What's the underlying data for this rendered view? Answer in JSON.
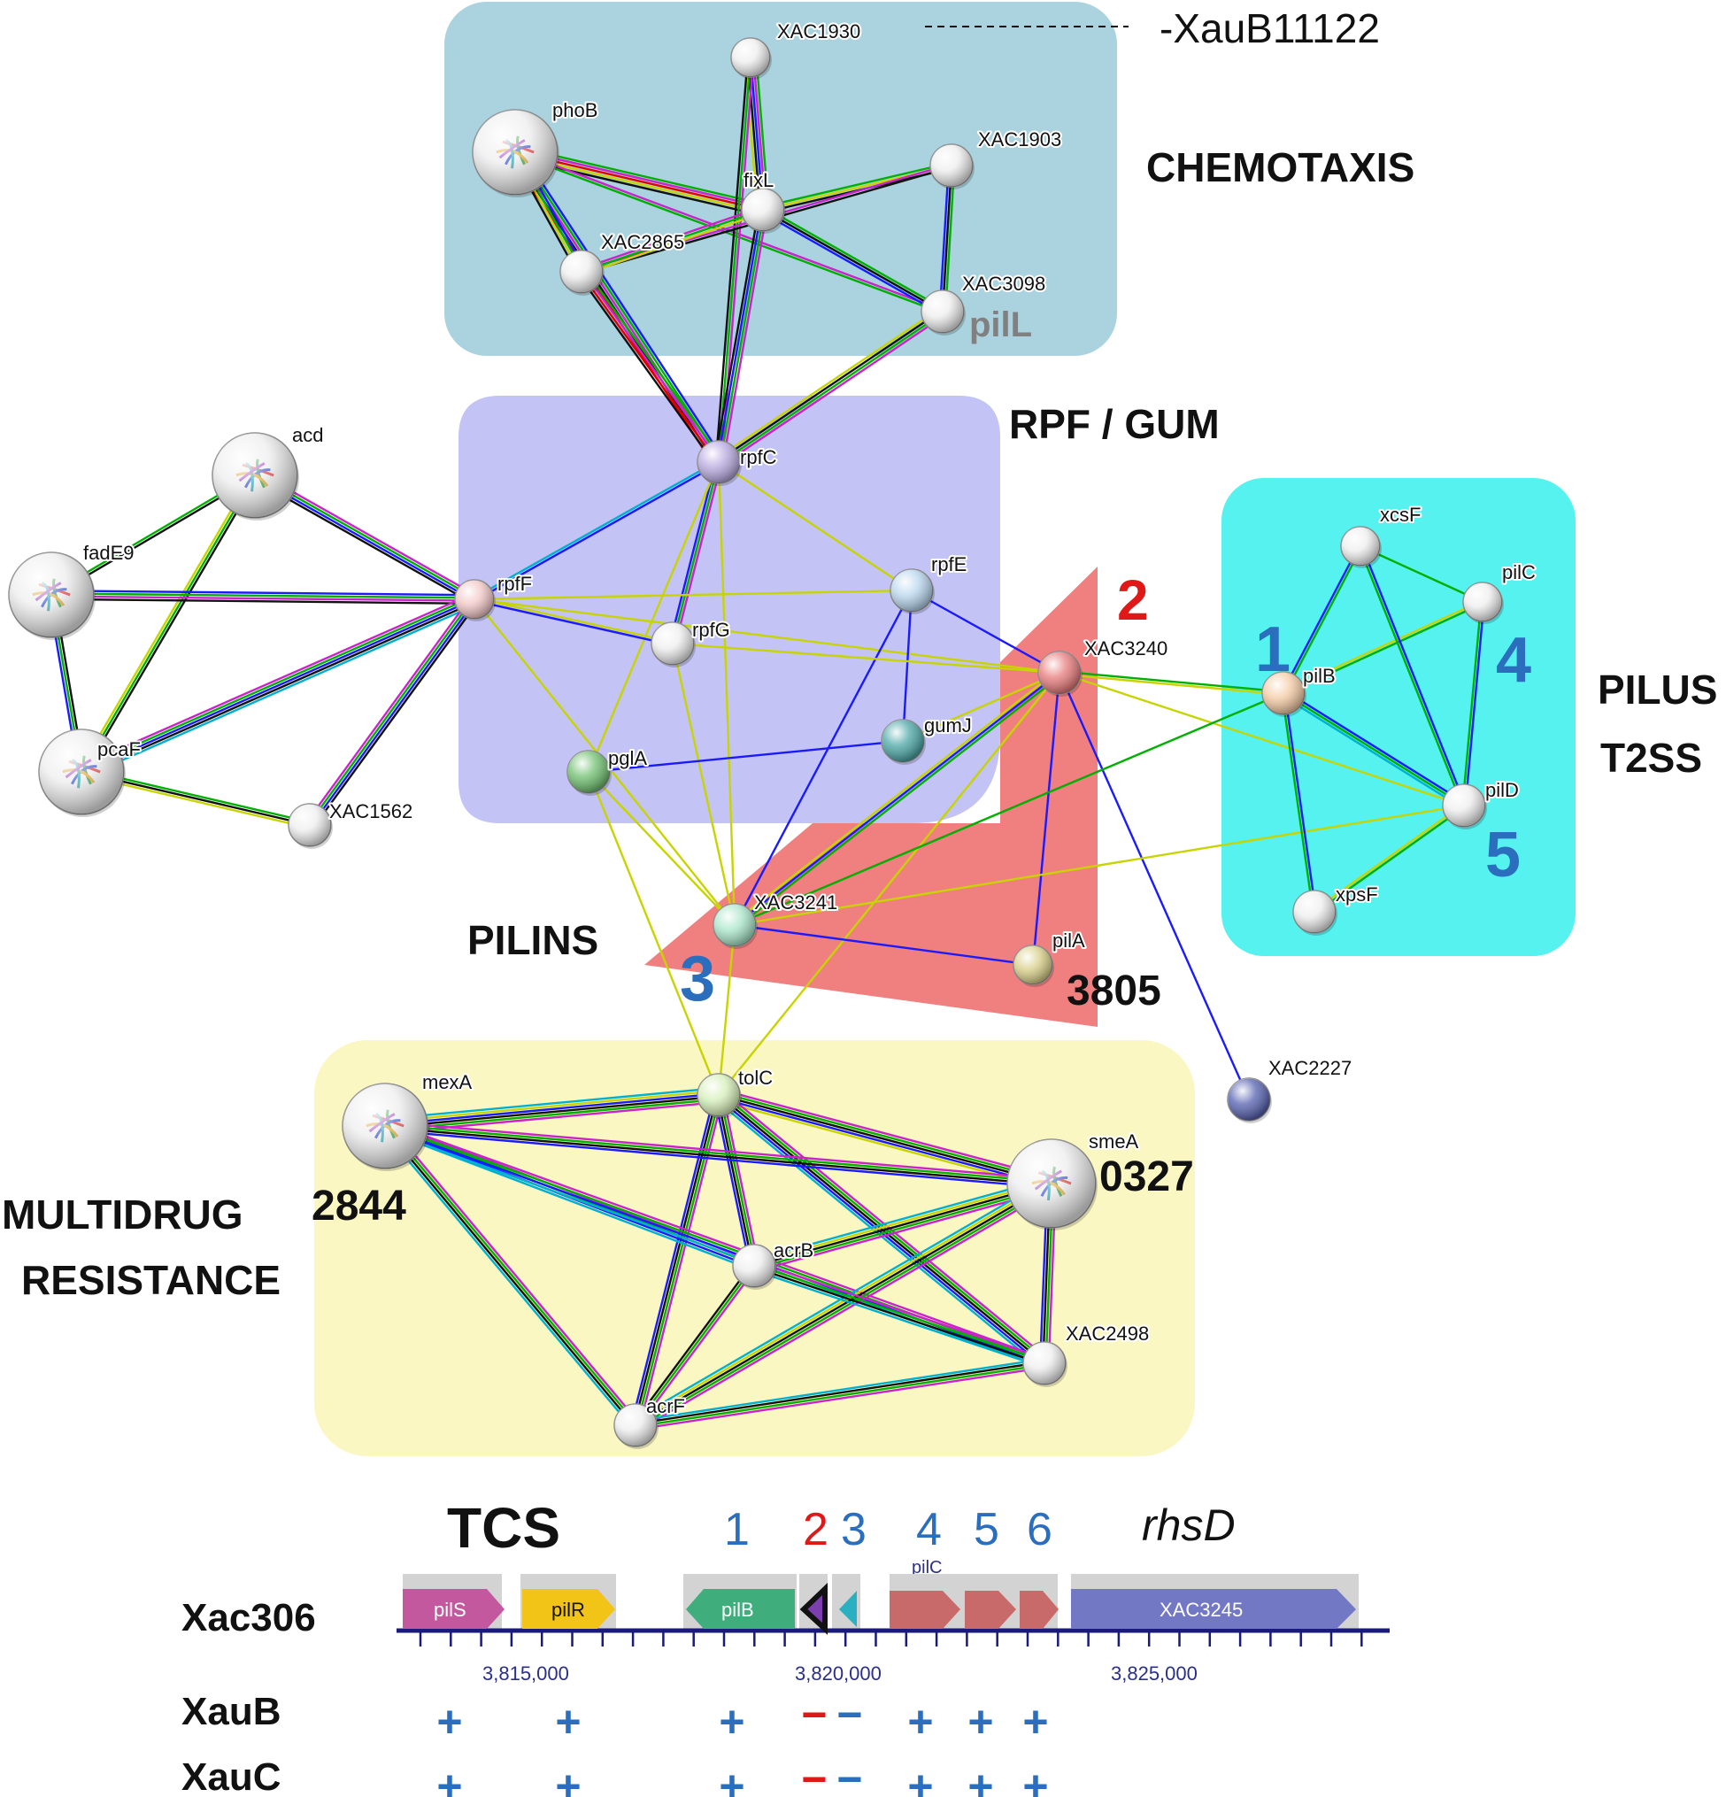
{
  "network": {
    "nodes": [
      {
        "id": "XAC1930",
        "label": "XAC1930",
        "color": "#eeeeee",
        "style": "small"
      },
      {
        "id": "phoB",
        "label": "phoB",
        "color": "#eeeeee",
        "style": "structure"
      },
      {
        "id": "XAC1903",
        "label": "XAC1903",
        "color": "#eeeeee",
        "style": "small"
      },
      {
        "id": "fixL",
        "label": "fixL",
        "color": "#eeeeee",
        "style": "small"
      },
      {
        "id": "XAC2865",
        "label": "XAC2865",
        "color": "#eeeeee",
        "style": "small"
      },
      {
        "id": "XAC3098",
        "label": "XAC3098",
        "color": "#eeeeee",
        "style": "small"
      },
      {
        "id": "rpfC",
        "label": "rpfC",
        "color": "#b9a9e0",
        "style": "small"
      },
      {
        "id": "acd",
        "label": "acd",
        "color": "#eeeeee",
        "style": "structure"
      },
      {
        "id": "fadE9",
        "label": "fadE9",
        "color": "#eeeeee",
        "style": "structure"
      },
      {
        "id": "rpfF",
        "label": "rpfF",
        "color": "#f2c6c6",
        "style": "small"
      },
      {
        "id": "pcaF",
        "label": "pcaF",
        "color": "#eeeeee",
        "style": "structure"
      },
      {
        "id": "XAC1562",
        "label": "XAC1562",
        "color": "#eeeeee",
        "style": "small"
      },
      {
        "id": "rpfE",
        "label": "rpfE",
        "color": "#b7d6ee",
        "style": "small"
      },
      {
        "id": "rpfG",
        "label": "rpfG",
        "color": "#eeeeee",
        "style": "small"
      },
      {
        "id": "gumJ",
        "label": "gumJ",
        "color": "#4aa6a6",
        "style": "small"
      },
      {
        "id": "pglA",
        "label": "pglA",
        "color": "#6fbf6f",
        "style": "small"
      },
      {
        "id": "XAC3240",
        "label": "XAC3240",
        "color": "#e87a7a",
        "style": "small"
      },
      {
        "id": "XAC3241",
        "label": "XAC3241",
        "color": "#a8e6c8",
        "style": "small"
      },
      {
        "id": "pilA",
        "label": "pilA",
        "color": "#d8cf88",
        "style": "small"
      },
      {
        "id": "XAC2227",
        "label": "XAC2227",
        "color": "#5560b0",
        "style": "small"
      },
      {
        "id": "xcsF",
        "label": "xcsF",
        "color": "#eeeeee",
        "style": "small"
      },
      {
        "id": "pilC",
        "label": "pilC",
        "color": "#eeeeee",
        "style": "small"
      },
      {
        "id": "pilB",
        "label": "pilB",
        "color": "#f4caa4",
        "style": "small"
      },
      {
        "id": "pilD",
        "label": "pilD",
        "color": "#eeeeee",
        "style": "small"
      },
      {
        "id": "xpsF",
        "label": "xpsF",
        "color": "#eeeeee",
        "style": "small"
      },
      {
        "id": "tolC",
        "label": "tolC",
        "color": "#d6efb8",
        "style": "small"
      },
      {
        "id": "mexA",
        "label": "mexA",
        "color": "#eeeeee",
        "style": "structure"
      },
      {
        "id": "smeA",
        "label": "smeA",
        "color": "#eeeeee",
        "style": "structure"
      },
      {
        "id": "acrB",
        "label": "acrB",
        "color": "#eeeeee",
        "style": "small"
      },
      {
        "id": "XAC2498",
        "label": "XAC2498",
        "color": "#eeeeee",
        "style": "small"
      },
      {
        "id": "acrF",
        "label": "acrF",
        "color": "#eeeeee",
        "style": "small"
      }
    ],
    "edges": [
      {
        "a": "phoB",
        "b": "fixL",
        "colors": [
          "#00b000",
          "#cc22cc",
          "#e00000",
          "#c8d400",
          "#111111"
        ]
      },
      {
        "a": "phoB",
        "b": "rpfC",
        "colors": [
          "#1a1aff",
          "#00b000",
          "#cc22cc",
          "#111111",
          "#e00000"
        ]
      },
      {
        "a": "phoB",
        "b": "XAC2865",
        "colors": [
          "#1a1aff",
          "#00b000",
          "#c8d400",
          "#111111"
        ]
      },
      {
        "a": "phoB",
        "b": "XAC3098",
        "colors": [
          "#cc22cc",
          "#00b000"
        ]
      },
      {
        "a": "XAC1930",
        "b": "fixL",
        "colors": [
          "#00b000",
          "#cc22cc",
          "#1a1aff",
          "#111111",
          "#c8d400"
        ]
      },
      {
        "a": "XAC1930",
        "b": "rpfC",
        "colors": [
          "#cc22cc",
          "#00b000",
          "#111111"
        ]
      },
      {
        "a": "XAC1903",
        "b": "fixL",
        "colors": [
          "#111111",
          "#c8d400",
          "#00b000"
        ]
      },
      {
        "a": "XAC1903",
        "b": "XAC3098",
        "colors": [
          "#00b000",
          "#111111",
          "#1a1aff"
        ]
      },
      {
        "a": "XAC1903",
        "b": "XAC2865",
        "colors": [
          "#111111",
          "#cc22cc"
        ]
      },
      {
        "a": "fixL",
        "b": "XAC2865",
        "colors": [
          "#c8d400",
          "#00b000",
          "#cc22cc"
        ]
      },
      {
        "a": "fixL",
        "b": "XAC3098",
        "colors": [
          "#00b000",
          "#111111",
          "#1a1aff"
        ]
      },
      {
        "a": "fixL",
        "b": "rpfC",
        "colors": [
          "#cc22cc",
          "#00b000",
          "#1a1aff",
          "#111111"
        ]
      },
      {
        "a": "XAC2865",
        "b": "rpfC",
        "colors": [
          "#00b000",
          "#cc22cc",
          "#e00000",
          "#111111"
        ]
      },
      {
        "a": "XAC3098",
        "b": "rpfC",
        "colors": [
          "#cc22cc",
          "#00b000",
          "#111111",
          "#c8d400"
        ]
      },
      {
        "a": "rpfC",
        "b": "rpfF",
        "colors": [
          "#1a1aff",
          "#00b0d0"
        ]
      },
      {
        "a": "rpfC",
        "b": "rpfG",
        "colors": [
          "#cc22cc",
          "#00b000",
          "#1a1aff"
        ]
      },
      {
        "a": "rpfC",
        "b": "rpfE",
        "colors": [
          "#c8d400"
        ]
      },
      {
        "a": "rpfC",
        "b": "XAC3241",
        "colors": [
          "#c8d400"
        ]
      },
      {
        "a": "rpfC",
        "b": "pglA",
        "colors": [
          "#c8d400"
        ]
      },
      {
        "a": "acd",
        "b": "rpfF",
        "colors": [
          "#cc22cc",
          "#00b000",
          "#1a1aff",
          "#111111"
        ]
      },
      {
        "a": "acd",
        "b": "fadE9",
        "colors": [
          "#111111",
          "#00b000"
        ]
      },
      {
        "a": "acd",
        "b": "pcaF",
        "colors": [
          "#111111",
          "#00b000",
          "#c8d400"
        ]
      },
      {
        "a": "fadE9",
        "b": "rpfF",
        "colors": [
          "#1a1aff",
          "#00b000",
          "#cc22cc",
          "#111111"
        ]
      },
      {
        "a": "fadE9",
        "b": "pcaF",
        "colors": [
          "#111111",
          "#00b000",
          "#1a1aff"
        ]
      },
      {
        "a": "pcaF",
        "b": "rpfF",
        "colors": [
          "#cc22cc",
          "#00b000",
          "#1a1aff",
          "#111111",
          "#00b0d0"
        ]
      },
      {
        "a": "pcaF",
        "b": "XAC1562",
        "colors": [
          "#00b000",
          "#111111",
          "#c8d400"
        ]
      },
      {
        "a": "XAC1562",
        "b": "rpfF",
        "colors": [
          "#cc22cc",
          "#00b000",
          "#1a1aff",
          "#111111"
        ]
      },
      {
        "a": "rpfF",
        "b": "rpfG",
        "colors": [
          "#c8d400",
          "#1a1aff"
        ]
      },
      {
        "a": "rpfF",
        "b": "rpfE",
        "colors": [
          "#c8d400"
        ]
      },
      {
        "a": "rpfF",
        "b": "XAC3240",
        "colors": [
          "#c8d400"
        ]
      },
      {
        "a": "rpfF",
        "b": "XAC3241",
        "colors": [
          "#c8d400"
        ]
      },
      {
        "a": "rpfE",
        "b": "XAC3240",
        "colors": [
          "#1a1aff"
        ]
      },
      {
        "a": "rpfE",
        "b": "gumJ",
        "colors": [
          "#1a1aff"
        ]
      },
      {
        "a": "rpfE",
        "b": "XAC3241",
        "colors": [
          "#1a1aff"
        ]
      },
      {
        "a": "rpfG",
        "b": "XAC3240",
        "colors": [
          "#c8d400"
        ]
      },
      {
        "a": "rpfG",
        "b": "XAC3241",
        "colors": [
          "#c8d400"
        ]
      },
      {
        "a": "pglA",
        "b": "gumJ",
        "colors": [
          "#1a1aff"
        ]
      },
      {
        "a": "pglA",
        "b": "XAC3241",
        "colors": [
          "#c8d400"
        ]
      },
      {
        "a": "pglA",
        "b": "tolC",
        "colors": [
          "#c8d400"
        ]
      },
      {
        "a": "gumJ",
        "b": "XAC3240",
        "colors": [
          "#c8d400"
        ]
      },
      {
        "a": "XAC3240",
        "b": "XAC3241",
        "colors": [
          "#00b000",
          "#1a1aff",
          "#c8d400"
        ]
      },
      {
        "a": "XAC3240",
        "b": "pilA",
        "colors": [
          "#1a1aff"
        ]
      },
      {
        "a": "XAC3240",
        "b": "XAC2227",
        "colors": [
          "#1a1aff"
        ]
      },
      {
        "a": "XAC3240",
        "b": "pilB",
        "colors": [
          "#00b000",
          "#c8d400"
        ]
      },
      {
        "a": "XAC3240",
        "b": "pilD",
        "colors": [
          "#c8d400"
        ]
      },
      {
        "a": "XAC3240",
        "b": "tolC",
        "colors": [
          "#c8d400"
        ]
      },
      {
        "a": "XAC3241",
        "b": "pilA",
        "colors": [
          "#1a1aff"
        ]
      },
      {
        "a": "XAC3241",
        "b": "pilB",
        "colors": [
          "#00b000"
        ]
      },
      {
        "a": "XAC3241",
        "b": "pilD",
        "colors": [
          "#c8d400"
        ]
      },
      {
        "a": "XAC3241",
        "b": "tolC",
        "colors": [
          "#c8d400"
        ]
      },
      {
        "a": "pilB",
        "b": "xcsF",
        "colors": [
          "#1a1aff",
          "#00b000"
        ]
      },
      {
        "a": "pilB",
        "b": "pilC",
        "colors": [
          "#c8d400",
          "#00b000"
        ]
      },
      {
        "a": "pilB",
        "b": "pilD",
        "colors": [
          "#1a1aff",
          "#00b000",
          "#00b0d0"
        ]
      },
      {
        "a": "pilB",
        "b": "xpsF",
        "colors": [
          "#1a1aff",
          "#00b000"
        ]
      },
      {
        "a": "xcsF",
        "b": "pilC",
        "colors": [
          "#00b000"
        ]
      },
      {
        "a": "xcsF",
        "b": "pilD",
        "colors": [
          "#1a1aff",
          "#00b000"
        ]
      },
      {
        "a": "pilC",
        "b": "pilD",
        "colors": [
          "#1a1aff",
          "#00b000"
        ]
      },
      {
        "a": "pilD",
        "b": "xpsF",
        "colors": [
          "#00b000",
          "#c8d400"
        ]
      },
      {
        "a": "tolC",
        "b": "mexA",
        "colors": [
          "#cc22cc",
          "#00b000",
          "#111111",
          "#1a1aff",
          "#c8d400",
          "#00b0d0"
        ]
      },
      {
        "a": "tolC",
        "b": "smeA",
        "colors": [
          "#cc22cc",
          "#00b000",
          "#111111",
          "#1a1aff",
          "#c8d400"
        ]
      },
      {
        "a": "tolC",
        "b": "acrB",
        "colors": [
          "#cc22cc",
          "#00b000",
          "#111111",
          "#1a1aff"
        ]
      },
      {
        "a": "tolC",
        "b": "XAC2498",
        "colors": [
          "#cc22cc",
          "#00b000",
          "#111111",
          "#1a1aff",
          "#00b0d0"
        ]
      },
      {
        "a": "tolC",
        "b": "acrF",
        "colors": [
          "#cc22cc",
          "#00b000",
          "#111111",
          "#1a1aff"
        ]
      },
      {
        "a": "mexA",
        "b": "smeA",
        "colors": [
          "#cc22cc",
          "#00b000",
          "#111111",
          "#1a1aff"
        ]
      },
      {
        "a": "mexA",
        "b": "acrB",
        "colors": [
          "#cc22cc",
          "#00b000",
          "#1a1aff",
          "#00b0d0"
        ]
      },
      {
        "a": "mexA",
        "b": "XAC2498",
        "colors": [
          "#cc22cc",
          "#00b000",
          "#1a1aff",
          "#00b0d0"
        ]
      },
      {
        "a": "mexA",
        "b": "acrF",
        "colors": [
          "#cc22cc",
          "#00b000",
          "#111111",
          "#00b0d0"
        ]
      },
      {
        "a": "smeA",
        "b": "acrB",
        "colors": [
          "#cc22cc",
          "#00b000",
          "#111111",
          "#c8d400",
          "#00b0d0"
        ]
      },
      {
        "a": "smeA",
        "b": "XAC2498",
        "colors": [
          "#cc22cc",
          "#00b000",
          "#111111",
          "#1a1aff"
        ]
      },
      {
        "a": "smeA",
        "b": "acrF",
        "colors": [
          "#cc22cc",
          "#00b000",
          "#111111",
          "#c8d400",
          "#00b0d0"
        ]
      },
      {
        "a": "acrB",
        "b": "XAC2498",
        "colors": [
          "#cc22cc",
          "#00b000",
          "#111111",
          "#00b0d0"
        ]
      },
      {
        "a": "acrB",
        "b": "acrF",
        "colors": [
          "#cc22cc",
          "#00b000",
          "#111111"
        ]
      },
      {
        "a": "XAC2498",
        "b": "acrF",
        "colors": [
          "#cc22cc",
          "#00b000",
          "#111111",
          "#00b0d0"
        ]
      }
    ]
  },
  "regions": {
    "chemotaxis": {
      "label": "CHEMOTAXIS",
      "color": "#aad3df"
    },
    "rpf_gum": {
      "label": "RPF / GUM",
      "color": "#c3c3f5"
    },
    "pilus": {
      "label_line1": "PILUS",
      "label_line2": "T2SS",
      "color": "#55f2ef"
    },
    "pilins": {
      "label": "PILINS",
      "color": "#f07f7f"
    },
    "multidrug": {
      "label_line1": "MULTIDRUG",
      "label_line2": "RESISTANCE",
      "color": "#fbf7c3"
    }
  },
  "annotations": {
    "xaub11122": "-XauB11122",
    "pilL": "pilL",
    "num_1": "1",
    "num_2": "2",
    "num_3": "3",
    "num_4": "4",
    "num_5": "5",
    "n3805": "3805",
    "n2844": "2844",
    "n0327": "0327"
  },
  "genome_map": {
    "title": "TCS",
    "italic_label": "rhsD",
    "row_label": "Xac306",
    "top_numbers": [
      {
        "text": "1",
        "color": "#2a6ebd"
      },
      {
        "text": "2",
        "color": "#e01818"
      },
      {
        "text": "3",
        "color": "#2a6ebd"
      },
      {
        "text": "4",
        "color": "#2a6ebd"
      },
      {
        "text": "5",
        "color": "#2a6ebd"
      },
      {
        "text": "6",
        "color": "#2a6ebd"
      }
    ],
    "pilC_small_label": "pilC",
    "genes": [
      {
        "name": "pilS",
        "color": "#c4589e"
      },
      {
        "name": "pilR",
        "color": "#f2c418"
      },
      {
        "name": "pilB",
        "color": "#3fae7c"
      },
      {
        "name": "",
        "color": "#7b3fb0"
      },
      {
        "name": "",
        "color": "#2ab0c0"
      },
      {
        "name": "",
        "color": "#c96a6a"
      },
      {
        "name": "",
        "color": "#c96a6a"
      },
      {
        "name": "",
        "color": "#c96a6a"
      },
      {
        "name": "XAC3245",
        "color": "#7378c4"
      }
    ],
    "axis_labels": [
      "3,815,000",
      "3,820,000",
      "3,825,000"
    ],
    "strains": [
      {
        "name": "XauB",
        "signs": [
          "+",
          "+",
          "+",
          "−",
          "−",
          "+",
          "+",
          "+"
        ]
      },
      {
        "name": "XauC",
        "signs": [
          "+",
          "+",
          "+",
          "−",
          "−",
          "+",
          "+",
          "+"
        ]
      }
    ],
    "sign_colors": [
      "#2a6ebd",
      "#2a6ebd",
      "#2a6ebd",
      "#e01818",
      "#2a6ebd",
      "#2a6ebd",
      "#2a6ebd",
      "#2a6ebd"
    ]
  }
}
